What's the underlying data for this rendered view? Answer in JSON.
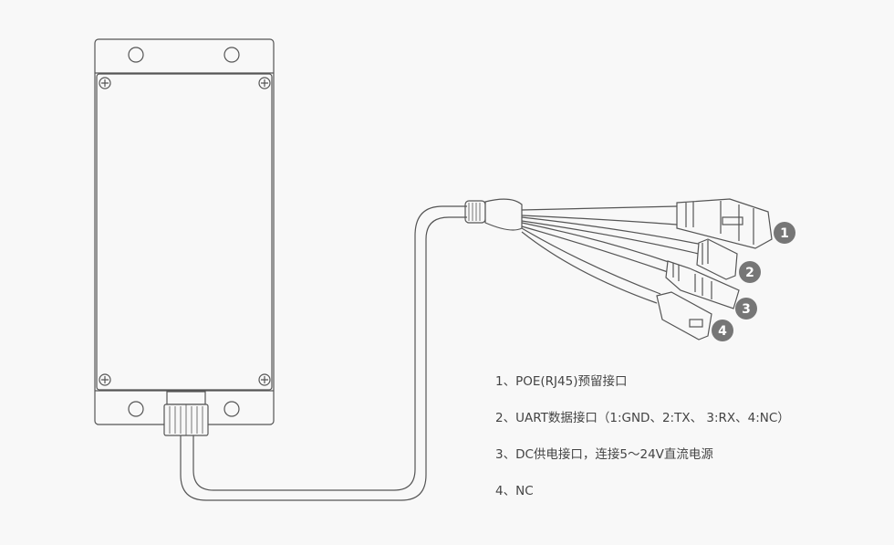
{
  "badges": [
    "1",
    "2",
    "3",
    "4"
  ],
  "legend": [
    "1、POE(RJ45)预留接口",
    "2、UART数据接口（1:GND、2:TX、 3:RX、4:NC）",
    "3、DC供电接口，连接5～24V直流电源",
    "4、NC"
  ],
  "colors": {
    "line": "#555555",
    "badge": "#767676",
    "background": "#f8f8f8"
  }
}
